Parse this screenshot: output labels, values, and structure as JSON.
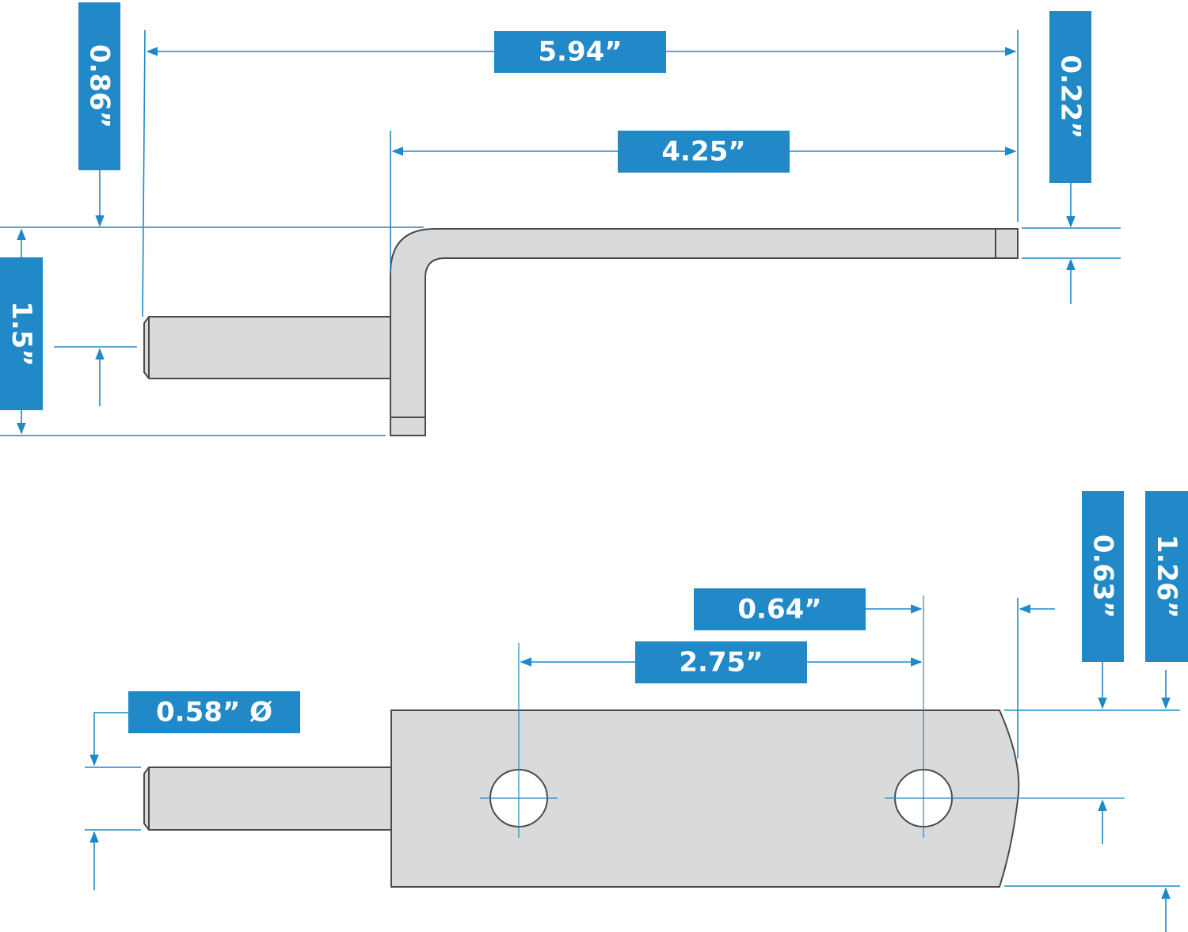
{
  "colors": {
    "accent": "#2189c8",
    "dimension_line": "#1e88c8",
    "part_fill": "#d9dadb",
    "part_outline": "#4a4a4a",
    "label_text": "#ffffff"
  },
  "side_view": {
    "overall_length": "5.94”",
    "arm_length": "4.25”",
    "offset_top": "0.86”",
    "plate_thickness": "0.22”",
    "overall_height": "1.5”"
  },
  "top_view": {
    "hole_edge_distance": "0.64”",
    "hole_spacing": "2.75”",
    "pin_diameter": "0.58” Ø",
    "hole_center_offset": "0.63”",
    "plate_width": "1.26”"
  }
}
